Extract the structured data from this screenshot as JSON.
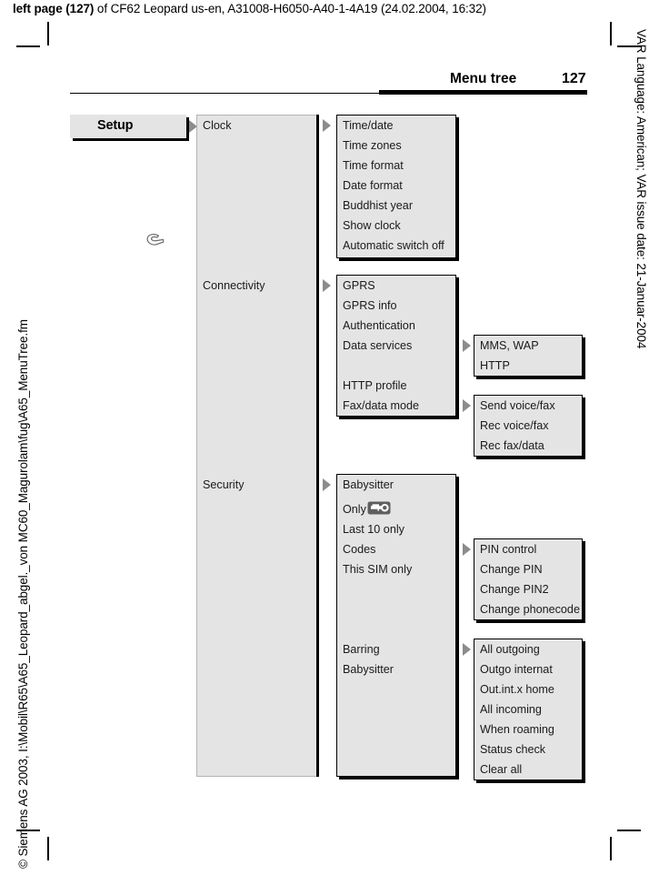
{
  "running_head": {
    "bold_prefix": "left page (127)",
    "rest": " of CF62 Leopard us-en, A31008-H6050-A40-1-4A19 (24.02.2004, 16:32)"
  },
  "side_text": {
    "left": "© Siemens AG 2003, I:\\Mobil\\R65\\A65_Leopard_abgel._von MC60_Magurolam\\fug\\A65_MenuTree.fm",
    "right": "VAR Language: American; VAR issue date: 21-Januar-2004"
  },
  "section": {
    "title": "Menu tree",
    "page_number": "127"
  },
  "colors": {
    "box_fill": "#e4e4e4",
    "shadow": "#000000",
    "arrow": "#8c8c8c",
    "text": "#1a1a1a"
  },
  "root": {
    "label": "Setup",
    "icon": "wrench-icon"
  },
  "level1": [
    {
      "label": "Clock"
    },
    {
      "label": "Connectivity"
    },
    {
      "label": "Security"
    }
  ],
  "clock_menu": [
    "Time/date",
    "Time zones",
    "Time format",
    "Date format",
    "Buddhist year",
    "Show clock",
    "Automatic switch off"
  ],
  "connectivity_menu": [
    "GPRS",
    "GPRS info",
    "Authentication",
    "Data services",
    "HTTP profile",
    "Fax/data mode"
  ],
  "data_services_menu": [
    "MMS, WAP",
    "HTTP"
  ],
  "fax_data_mode_menu": [
    "Send voice/fax",
    "Rec voice/fax",
    "Rec fax/data"
  ],
  "security_menu": [
    "Babysitter",
    "Only",
    "Last 10 only",
    "Codes",
    "This SIM only",
    "Barring",
    "Babysitter"
  ],
  "security_only_icon": "key-icon",
  "codes_menu": [
    "PIN control",
    "Change PIN",
    "Change PIN2",
    "Change phonecode"
  ],
  "barring_menu": [
    "All outgoing",
    "Outgo internat",
    "Out.int.x home",
    "All incoming",
    "When roaming",
    "Status check",
    "Clear all"
  ]
}
